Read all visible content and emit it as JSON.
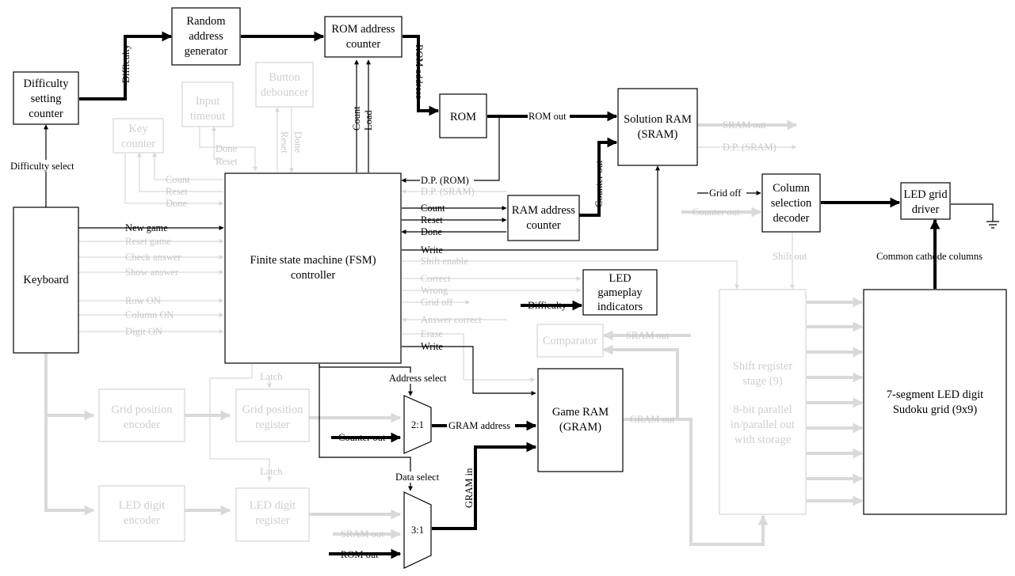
{
  "blocks": {
    "random_address_generator": [
      "Random",
      "address",
      "generator"
    ],
    "rom_address_counter": [
      "ROM address",
      "counter"
    ],
    "difficulty_setting_counter": [
      "Difficulty",
      "setting",
      "counter"
    ],
    "input_timeout": [
      "Input",
      "timeout"
    ],
    "button_debouncer": [
      "Button",
      "debouncer"
    ],
    "key_counter": [
      "Key",
      "counter"
    ],
    "rom": "ROM",
    "solution_ram": [
      "Solution RAM",
      "(SRAM)"
    ],
    "keyboard": "Keyboard",
    "fsm": [
      "Finite state machine (FSM)",
      "controller"
    ],
    "ram_address_counter": [
      "RAM address",
      "counter"
    ],
    "column_selection_decoder": [
      "Column",
      "selection",
      "decoder"
    ],
    "led_grid_driver": [
      "LED grid",
      "driver"
    ],
    "led_gameplay_indicators": [
      "LED",
      "gameplay",
      "indicators"
    ],
    "comparator": "Comparator",
    "shift_register_stage": [
      "Shift register",
      "stage (9)",
      "",
      "8-bit parallel",
      "in/parallel out",
      "with storage"
    ],
    "seven_segment_grid": [
      "7-segment LED digit",
      "Sudoku grid (9x9)"
    ],
    "game_ram": [
      "Game RAM",
      "(GRAM)"
    ],
    "grid_position_encoder": [
      "Grid position",
      "encoder"
    ],
    "grid_position_register": [
      "Grid position",
      "register"
    ],
    "led_digit_encoder": [
      "LED digit",
      "encoder"
    ],
    "led_digit_register": [
      "LED digit",
      "register"
    ],
    "mux_2_1": "2:1",
    "mux_3_1": "3:1"
  },
  "signals": {
    "difficulty": "Difficulty",
    "difficulty_select": "Difficulty select",
    "rom_address": "ROM address",
    "count": "Count",
    "load": "Load",
    "reset": "Reset",
    "done": "Done",
    "rom_out": "ROM out",
    "sram_out": "SRAM out",
    "dp_sram": "D.P. (SRAM)",
    "dp_rom": "D.P. (ROM)",
    "counter_out": "Counter out",
    "grid_off": "Grid off",
    "new_game": "New game",
    "reset_game": "Reset game",
    "check_answer": "Check answer",
    "show_answer": "Show answer",
    "row_on": "Row ON",
    "column_on": "Column ON",
    "digit_on": "Digit ON",
    "write": "Write",
    "shift_enable": "Shift enable",
    "correct": "Correct",
    "wrong": "Wrong",
    "answer_correct": "Answer correct",
    "erase": "Erase",
    "shift_out": "Shift out",
    "common_cathode_columns": "Common cathode columns",
    "address_select": "Address select",
    "gram_address": "GRAM address",
    "gram_out": "GRAM out",
    "data_select": "Data select",
    "gram_in": "GRAM in",
    "latch": "Latch"
  }
}
